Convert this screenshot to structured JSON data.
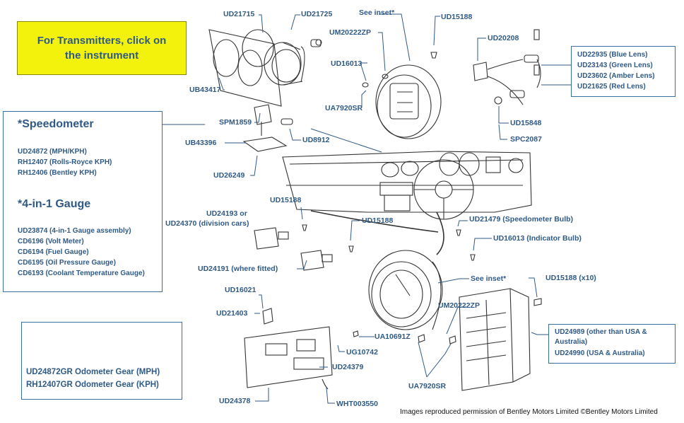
{
  "instruction": {
    "line1": "For Transmitters, click on",
    "line2": "the instrument"
  },
  "speedometer_box": {
    "title": "*Speedometer",
    "items": [
      "UD24872 (MPH/KPH)",
      "RH12407 (Rolls-Royce KPH)",
      "RH12406 (Bentley KPH)"
    ],
    "gauge_title": "*4-in-1 Gauge",
    "gauge_items": [
      "UD23874 (4-in-1 Gauge assembly)",
      "CD6196 (Volt Meter)",
      "CD6194 (Fuel Gauge)",
      "CD6195 (Oil Pressure Gauge)",
      "CD6193 (Coolant Temperature Gauge)"
    ]
  },
  "gear_box": {
    "line1": "UD24872GR Odometer Gear (MPH)",
    "line2": "RH12407GR Odometer Gear (KPH)"
  },
  "lens_box": {
    "items": [
      "UD22935 (Blue Lens)",
      "UD23143 (Green Lens)",
      "UD23602 (Amber Lens)",
      "UD21625 (Red Lens)"
    ]
  },
  "warning_box": {
    "items": [
      "UD24989 (other than USA &",
      "Australia)",
      "UD24990 (USA & Australia)"
    ]
  },
  "labels": {
    "ud21715": "UD21715",
    "ud21725": "UD21725",
    "see_inset_top": "See inset*",
    "ud15188_top": "UD15188",
    "um20222zp_top": "UM20222ZP",
    "ud16013_top": "UD16013",
    "ud20208": "UD20208",
    "ub43417": "UB43417",
    "ua7920sr_top": "UA7920SR",
    "ud15848": "UD15848",
    "spm1859": "SPM1859",
    "ud8912": "UD8912",
    "ub43396": "UB43396",
    "spc2087": "SPC2087",
    "ud26249": "UD26249",
    "ud15188_mid": "UD15188",
    "ud24193": "UD24193 or",
    "ud24370": "UD24370 (division cars)",
    "ud15188_mid2": "UD15188",
    "ud21479": "UD21479 (Speedometer Bulb)",
    "ud16013_ind": "UD16013 (Indicator Bulb)",
    "ud24191": "UD24191 (where fitted)",
    "see_inset_low": "See inset*",
    "ud15188_x10": "UD15188 (x10)",
    "ud16021": "UD16021",
    "ud21403": "UD21403",
    "um20222zp_low": "UM20222ZP",
    "ua10691z": "UA10691Z",
    "ug10742": "UG10742",
    "ud24379": "UD24379",
    "ua7920sr_low": "UA7920SR",
    "ud24378": "UD24378",
    "wht003550": "WHT003550"
  },
  "credit": "Images reproduced permission of Bentley Motors Limited ©Bentley Motors Limited",
  "colors": {
    "accent": "#2f5a86",
    "box_border": "#3a6ea5",
    "highlight": "#f2f20c",
    "line_art": "#333333"
  }
}
